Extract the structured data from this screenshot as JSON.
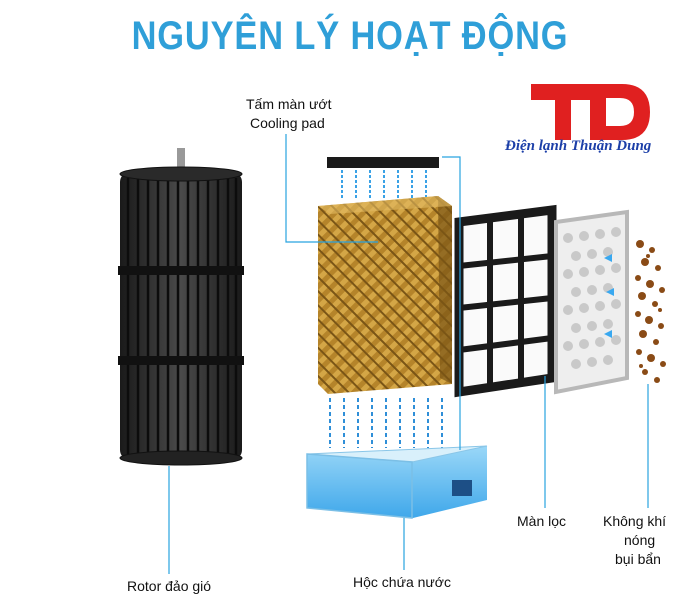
{
  "title": "NGUYÊN LÝ HOẠT ĐỘNG",
  "logo": {
    "mark": "TD",
    "brand_name": "Điện lạnh Thuận Dung",
    "color": "#e02020"
  },
  "labels": {
    "cooling_pad_line1": "Tấm màn ướt",
    "cooling_pad_line2": "Cooling pad",
    "rotor": "Rotor đảo gió",
    "water_tank": "Hộc chứa nước",
    "filter": "Màn lọc",
    "hot_air_line1": "Không khí",
    "hot_air_line2": "nóng",
    "hot_air_line3": "bụi bẩn"
  },
  "colors": {
    "title": "#2f9fd8",
    "leader_line": "#29a3e0",
    "pad": "#b8862a",
    "water": "#4fb3ee",
    "brand": "#1c3fa8"
  }
}
